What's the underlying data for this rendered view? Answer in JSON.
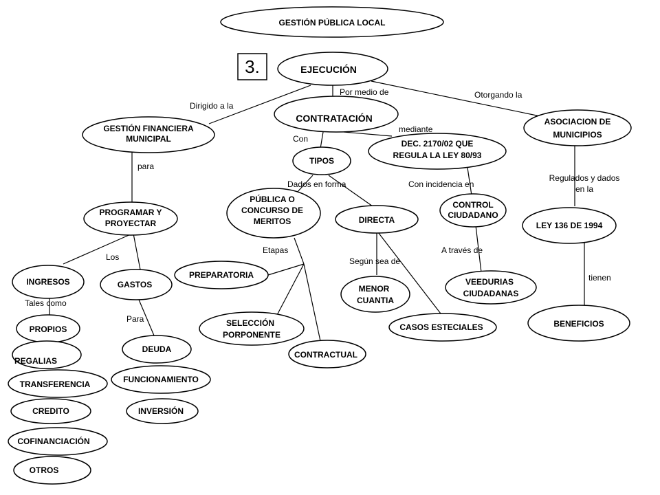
{
  "title": "GESTIÓN PÚBLICA LOCAL",
  "section_number": "3.",
  "nodes": {
    "ejecucion": "EJECUCIÓN",
    "contratacion": "CONTRATACIÓN",
    "gestion_financiera": [
      "GESTIÓN FINANCIERA",
      "MUNICIPAL"
    ],
    "asociacion": [
      "ASOCIACION DE",
      "MUNICIPIOS"
    ],
    "dec": [
      "DEC. 2170/02 QUE",
      "REGULA LA LEY 80/93"
    ],
    "tipos": "TIPOS",
    "programar": [
      "PROGRAMAR Y",
      "PROYECTAR"
    ],
    "publica": [
      "PÚBLICA O",
      "CONCURSO DE",
      "MERITOS"
    ],
    "directa": "DIRECTA",
    "control": [
      "CONTROL",
      "CIUDADANO"
    ],
    "ley136": "LEY 136 DE 1994",
    "ingresos": "INGRESOS",
    "gastos": "GASTOS",
    "preparatoria": "PREPARATORIA",
    "menor": [
      "MENOR",
      "CUANTIA"
    ],
    "veedurias": [
      "VEEDURIAS",
      "CIUDADANAS"
    ],
    "propios": "PROPIOS",
    "seleccion": [
      "SELECCIÓN",
      "PORPONENTE"
    ],
    "casos": "CASOS ESTECIALES",
    "beneficios": "BENEFICIOS",
    "deuda": "DEUDA",
    "regalias": "REGALIAS",
    "contractual": "CONTRACTUAL",
    "funcionamiento": "FUNCIONAMIENTO",
    "transferencia": "TRANSFERENCIA",
    "credito": "CREDITO",
    "inversion": "INVERSIÓN",
    "cofinanciacion": "COFINANCIACIÓN",
    "otros": "OTROS"
  },
  "labels": {
    "por_medio_de": "Por medio de",
    "otorgando_la": "Otorgando la",
    "dirigido_a_la": "Dirigido a la",
    "mediante": "mediante",
    "con": "Con",
    "para": "para",
    "regulados": [
      "Regulados y dados",
      "en la"
    ],
    "dados_en_forma": "Dados en forma",
    "con_incidencia_en": "Con incidencia en",
    "los": "Los",
    "etapas": "Etapas",
    "a_traves_de": "A través de",
    "segun_sea_de": "Según sea de",
    "tienen": "tienen",
    "tales_como": "Tales como",
    "para_gastos": "Para"
  }
}
